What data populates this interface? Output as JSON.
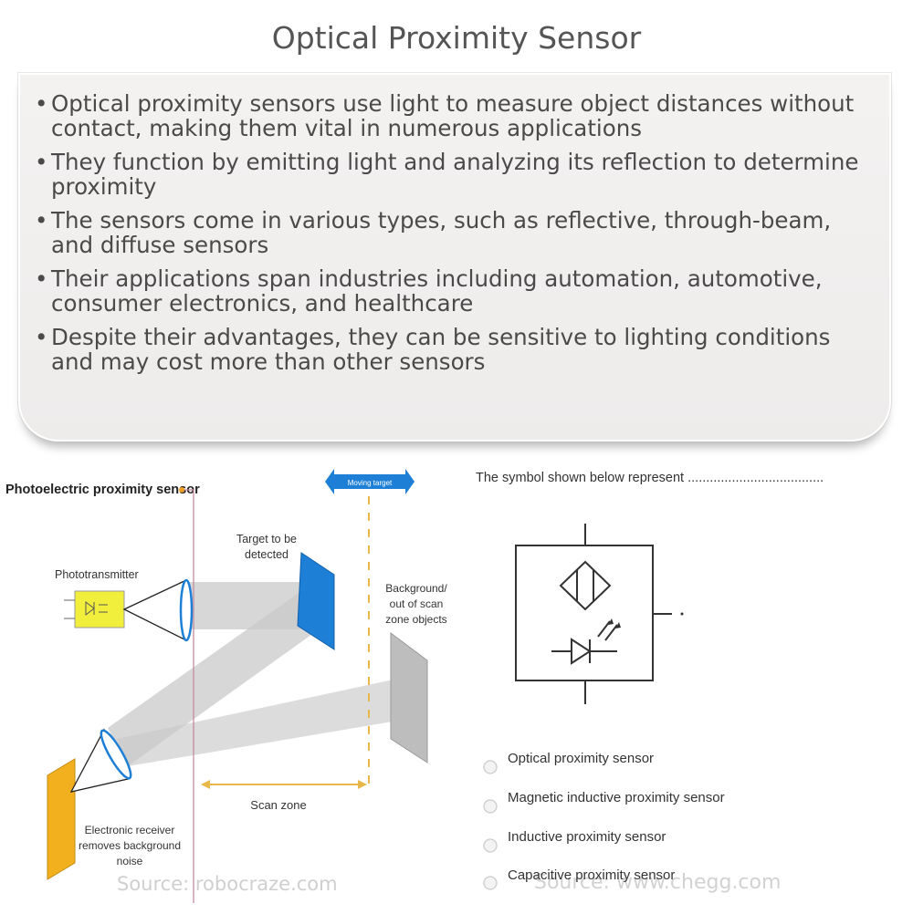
{
  "title": "Optical Proximity Sensor",
  "bullets": [
    "Optical proximity sensors use light to measure object distances without contact, making them vital in numerous applications",
    "They function by emitting light and analyzing its reflection to determine proximity",
    "The sensors come in various types, such as reflective, through-beam, and diffuse sensors",
    "Their applications span industries including automation, automotive, consumer electronics, and healthcare",
    "Despite their advantages, they can be sensitive to lighting conditions and may cost more than other sensors"
  ],
  "left_figure": {
    "heading": "Photoelectric proximity sensor",
    "moving_target": "Moving target",
    "target_line1": "Target to be",
    "target_line2": "detected",
    "phototransmitter": "Phototransmitter",
    "background_line1": "Background/",
    "background_line2": "out of scan",
    "background_line3": "zone objects",
    "scan_zone": "Scan zone",
    "receiver_line1": "Electronic receiver",
    "receiver_line2": "removes background",
    "receiver_line3": "noise",
    "source": "Source: robocraze.com"
  },
  "right_figure": {
    "question": "The symbol shown below represent .....................................",
    "options": [
      "Optical proximity sensor",
      "Magnetic inductive proximity sensor",
      "Inductive proximity sensor",
      "Capacitive proximity sensor"
    ],
    "source": "Source: www.chegg.com"
  },
  "colors": {
    "title": "#555555",
    "bullet_text": "#4a4a4a",
    "target_blue": "#1e7fd6",
    "transmitter_yellow": "#f2ef3c",
    "receiver_orange": "#f2b01e",
    "pink_line": "#c28a9e"
  }
}
